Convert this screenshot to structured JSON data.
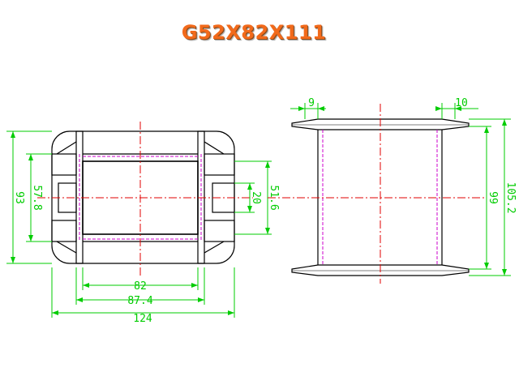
{
  "title": "G52X82X111",
  "colors": {
    "title": "#f26a1b",
    "outline": "#000000",
    "dimension": "#00cc00",
    "centerline": "#e00000",
    "hidden": "#cc00cc"
  },
  "front_view": {
    "dim_width_total": "124",
    "dim_width_outer": "87.4",
    "dim_width_inner": "82",
    "dim_height_total": "93",
    "dim_height_middle": "57.8",
    "dim_window_height": "51.6",
    "dim_slot": "20"
  },
  "side_view": {
    "dim_flange_left": "9",
    "dim_flange_right": "10",
    "dim_height_total": "105.2",
    "dim_height_inner": "99"
  }
}
